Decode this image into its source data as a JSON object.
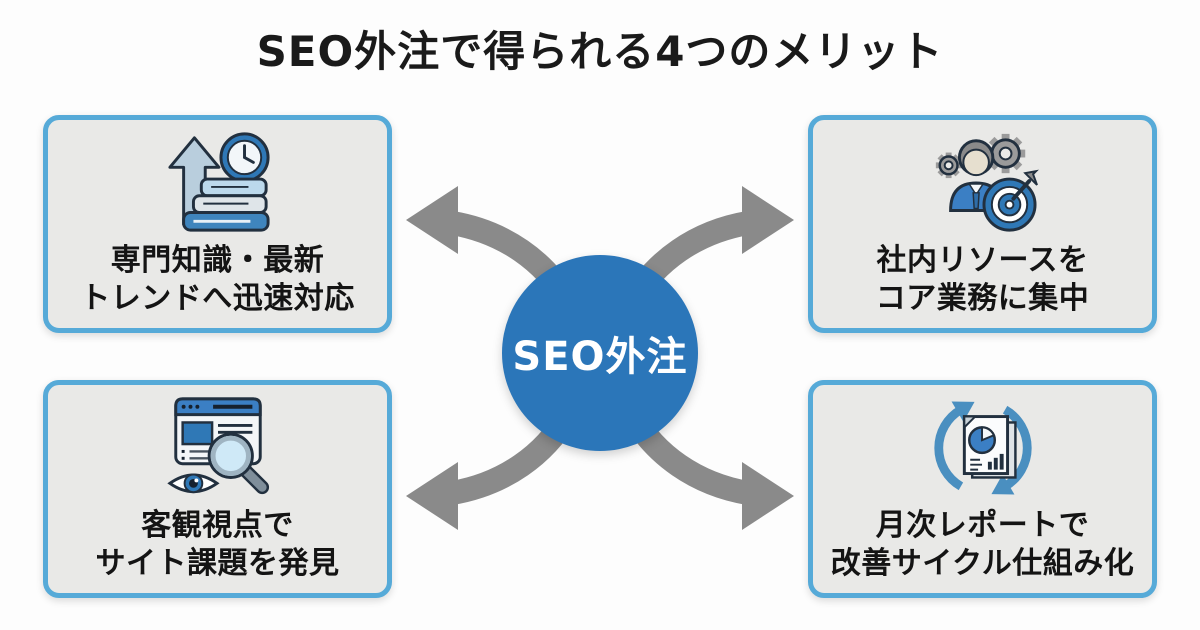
{
  "title": "SEO外注で得られる4つのメリット",
  "center": {
    "label": "SEO外注"
  },
  "colors": {
    "accent_blue": "#2b76b9",
    "card_border": "#56aad8",
    "card_bg": "#e9e9e7",
    "arrow_gray": "#8a8a8a",
    "title_text": "#1a1a1a",
    "card_text": "#141414",
    "center_text": "#ffffff"
  },
  "benefits": [
    {
      "position": "top-left",
      "icon": "books-arrow-clock-icon",
      "line1": "専門知識・最新",
      "line2": "トレンドへ迅速対応"
    },
    {
      "position": "top-right",
      "icon": "person-gears-target-icon",
      "line1": "社内リソースを",
      "line2": "コア業務に集中"
    },
    {
      "position": "bottom-left",
      "icon": "browser-magnifier-eye-icon",
      "line1": "客観視点で",
      "line2": "サイト課題を発見"
    },
    {
      "position": "bottom-right",
      "icon": "report-cycle-icon",
      "line1": "月次レポートで",
      "line2": "改善サイクル仕組み化"
    }
  ]
}
